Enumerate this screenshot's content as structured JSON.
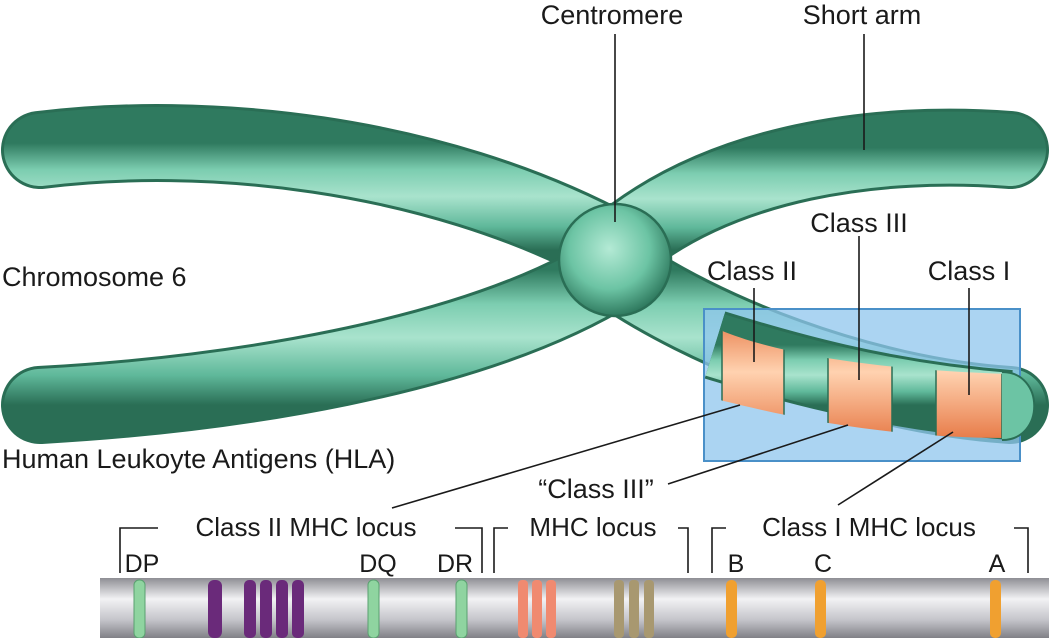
{
  "labels": {
    "centromere": "Centromere",
    "short_arm": "Short arm",
    "chromosome": "Chromosome 6",
    "hla": "Human Leukoyte Antigens (HLA)",
    "class_ii": "Class II",
    "class_iii": "Class III",
    "class_i": "Class I",
    "class_iii_quoted": "“Class III”"
  },
  "loci": {
    "class_ii_mhc": "Class II MHC locus",
    "mhc": "MHC locus",
    "class_i_mhc": "Class I MHC locus"
  },
  "genes": {
    "dp": "DP",
    "dq": "DQ",
    "dr": "DR",
    "b": "B",
    "c": "C",
    "a": "A"
  },
  "colors": {
    "chromosome": "#5fb89a",
    "chromosome_dark": "#2f7a5f",
    "band_orange": "#f07a3a",
    "highlight_box": "#8fc6ee",
    "highlight_border": "#4a90c8",
    "band_green": "#8fd4a0",
    "band_purple": "#6a2a7a",
    "band_salmon": "#f08a70",
    "band_tan": "#a89870",
    "band_gold": "#f0a030",
    "strip": "#c8c8cc"
  }
}
